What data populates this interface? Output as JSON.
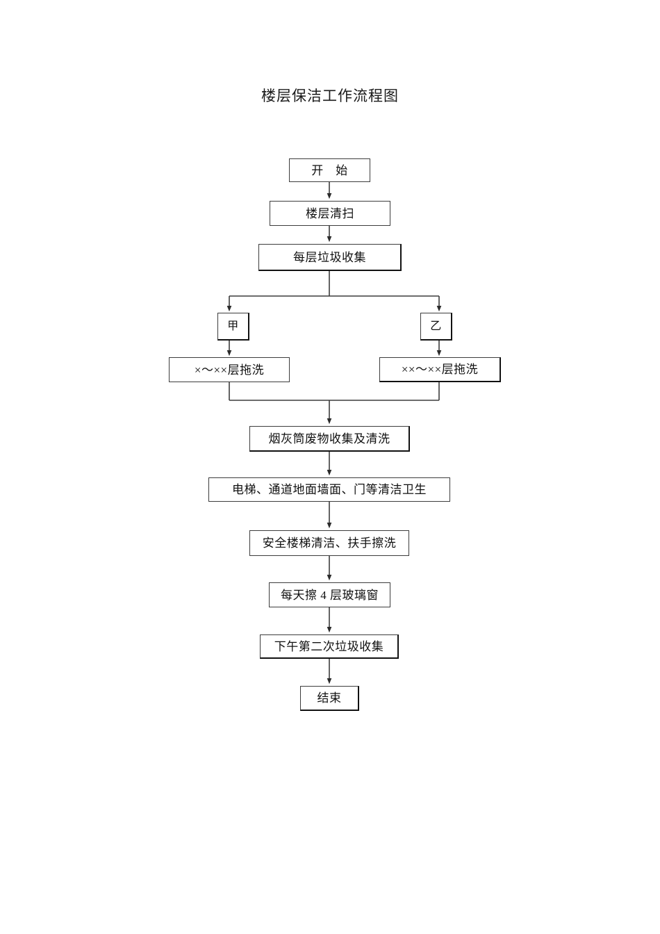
{
  "document": {
    "title": "楼层保洁工作流程图",
    "background_color": "#ffffff",
    "line_color": "#3c3c3c"
  },
  "flowchart": {
    "type": "process-flow",
    "orientation": "top-to-bottom",
    "nodes": [
      {
        "id": "start",
        "label": "开　始",
        "shape": "rect"
      },
      {
        "id": "sweep",
        "label": "楼层清扫",
        "shape": "rect"
      },
      {
        "id": "collect1",
        "label": "每层垃圾收集",
        "shape": "rect"
      },
      {
        "id": "branch_a",
        "label": "甲",
        "shape": "rect"
      },
      {
        "id": "branch_b",
        "label": "乙",
        "shape": "rect"
      },
      {
        "id": "mop_a",
        "label": "×～××层拖洗",
        "shape": "rect"
      },
      {
        "id": "mop_b",
        "label": "××～××层拖洗",
        "shape": "rect"
      },
      {
        "id": "ashtray",
        "label": "烟灰筒废物收集及清洗",
        "shape": "rect"
      },
      {
        "id": "elevator",
        "label": "电梯、通道地面墙面、门等清洁卫生",
        "shape": "rect"
      },
      {
        "id": "stairs",
        "label": "安全楼梯清洁、扶手擦洗",
        "shape": "rect"
      },
      {
        "id": "windows",
        "label": "每天擦 4 层玻璃窗",
        "shape": "rect"
      },
      {
        "id": "collect2",
        "label": "下午第二次垃圾收集",
        "shape": "rect"
      },
      {
        "id": "end",
        "label": "结束",
        "shape": "rect"
      }
    ],
    "edges": [
      {
        "from": "start",
        "to": "sweep"
      },
      {
        "from": "sweep",
        "to": "collect1"
      },
      {
        "from": "collect1",
        "to": "branch_a"
      },
      {
        "from": "collect1",
        "to": "branch_b"
      },
      {
        "from": "branch_a",
        "to": "mop_a"
      },
      {
        "from": "branch_b",
        "to": "mop_b"
      },
      {
        "from": "mop_a",
        "to": "ashtray"
      },
      {
        "from": "mop_b",
        "to": "ashtray"
      },
      {
        "from": "ashtray",
        "to": "elevator"
      },
      {
        "from": "elevator",
        "to": "stairs"
      },
      {
        "from": "stairs",
        "to": "windows"
      },
      {
        "from": "windows",
        "to": "collect2"
      },
      {
        "from": "collect2",
        "to": "end"
      }
    ]
  }
}
